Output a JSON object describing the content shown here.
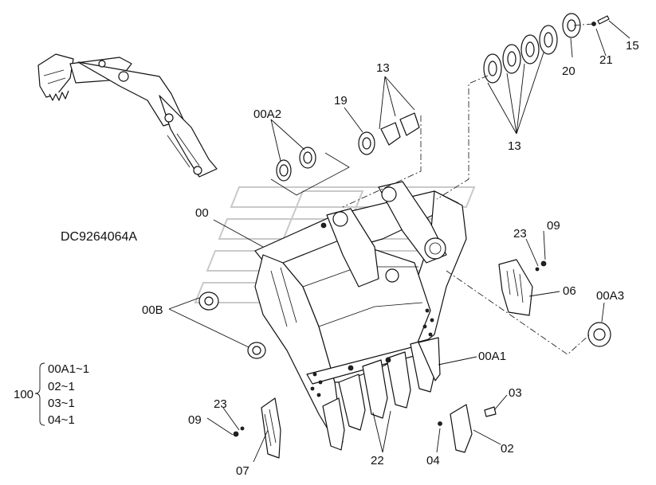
{
  "drawing_code": "DC9264064A",
  "callouts": {
    "c00": "00",
    "c00a1": "00A1",
    "c00a2": "00A2",
    "c00a3": "00A3",
    "c00b": "00B",
    "c02": "02",
    "c03": "03",
    "c04": "04",
    "c06": "06",
    "c07": "07",
    "c09_left": "09",
    "c09_right": "09",
    "c13_top": "13",
    "c13_right": "13",
    "c15": "15",
    "c19": "19",
    "c20": "20",
    "c21": "21",
    "c22": "22",
    "c23_left": "23",
    "c23_right": "23"
  },
  "assembly": {
    "number": "100",
    "items": [
      "00A1~1",
      "02~1",
      "03~1",
      "04~1"
    ]
  }
}
